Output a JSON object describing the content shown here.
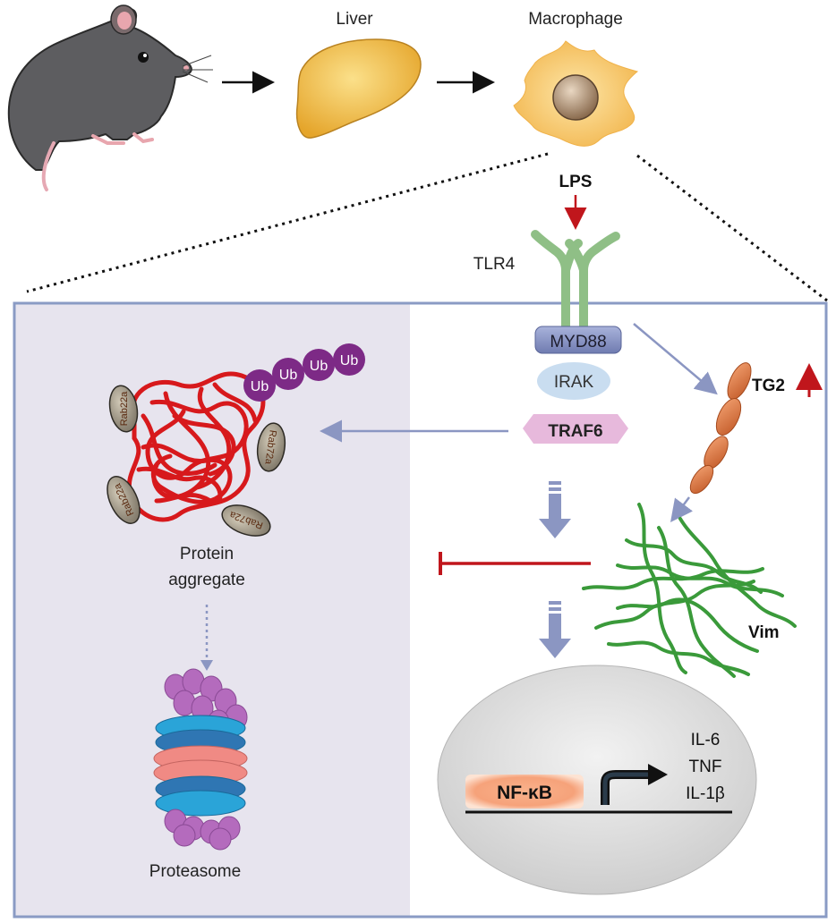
{
  "top": {
    "liver_label": "Liver",
    "macrophage_label": "Macrophage"
  },
  "signaling": {
    "lps": "LPS",
    "tlr4": "TLR4",
    "myd88": "MYD88",
    "irak": "IRAK",
    "traf6": "TRAF6",
    "tg2": "TG2",
    "vim": "Vim"
  },
  "aggregate": {
    "ub": [
      "Ub",
      "Ub",
      "Ub",
      "Ub"
    ],
    "rab_labels": [
      "Rab22a",
      "Rab72a",
      "Rab22a",
      "Rab72a"
    ],
    "label_line1": "Protein",
    "label_line2": "aggregate",
    "proteasome_label": "Proteasome"
  },
  "nucleus": {
    "nfkb": "NF-κB",
    "cytokines": [
      "IL-6",
      "TNF",
      "IL-1β"
    ]
  },
  "colors": {
    "left_panel_bg": "#e7e4ee",
    "panel_border": "#8a9bc4",
    "arrow_blue": "#8b96c2",
    "inhibit_red": "#c0161c",
    "aggregate_red": "#d7191c",
    "ub_purple": "#7d2a86",
    "vim_green": "#3a9a3a",
    "tg2_orange": "#d7703c",
    "traf6_pink": "#e7b9dc",
    "irak_blue": "#c9ddf0",
    "myd88_blue": "#8f9bc9",
    "tlr4_green": "#8fbf86",
    "nucleus_grey": "#d9d9d9",
    "nfkb_fill": "#f6a27a"
  }
}
